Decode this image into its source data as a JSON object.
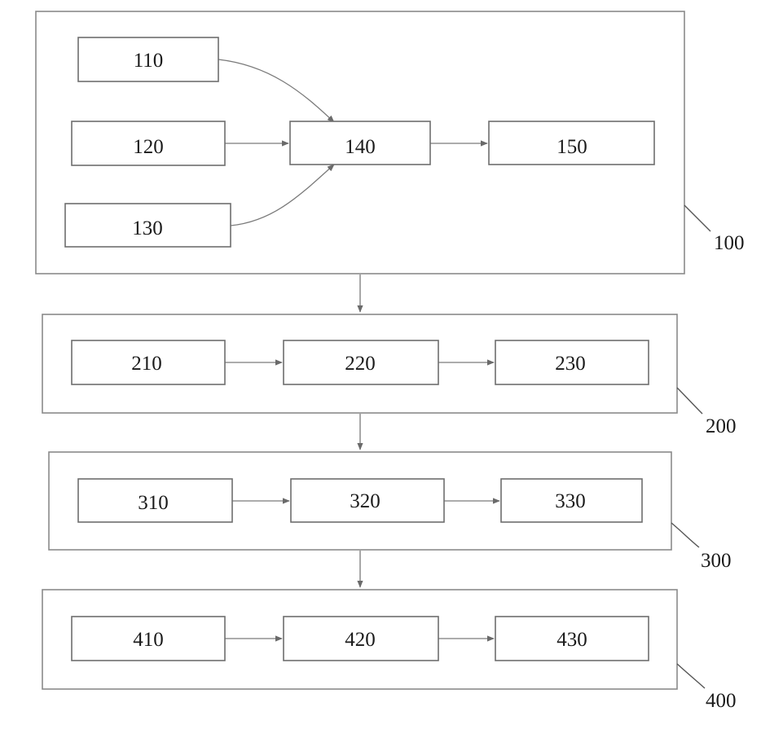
{
  "groups": [
    {
      "id": "g100",
      "label": "100"
    },
    {
      "id": "g200",
      "label": "200"
    },
    {
      "id": "g300",
      "label": "300"
    },
    {
      "id": "g400",
      "label": "400"
    }
  ],
  "nodes": [
    {
      "id": "n110",
      "label": "110"
    },
    {
      "id": "n120",
      "label": "120"
    },
    {
      "id": "n130",
      "label": "130"
    },
    {
      "id": "n140",
      "label": "140"
    },
    {
      "id": "n150",
      "label": "150"
    },
    {
      "id": "n210",
      "label": "210"
    },
    {
      "id": "n220",
      "label": "220"
    },
    {
      "id": "n230",
      "label": "230"
    },
    {
      "id": "n310",
      "label": "310"
    },
    {
      "id": "n320",
      "label": "320"
    },
    {
      "id": "n330",
      "label": "330"
    },
    {
      "id": "n410",
      "label": "410"
    },
    {
      "id": "n420",
      "label": "420"
    },
    {
      "id": "n430",
      "label": "430"
    }
  ],
  "edges": [
    {
      "from": "n110",
      "to": "n140"
    },
    {
      "from": "n120",
      "to": "n140"
    },
    {
      "from": "n130",
      "to": "n140"
    },
    {
      "from": "n140",
      "to": "n150"
    },
    {
      "from": "n210",
      "to": "n220"
    },
    {
      "from": "n220",
      "to": "n230"
    },
    {
      "from": "n310",
      "to": "n320"
    },
    {
      "from": "n320",
      "to": "n330"
    },
    {
      "from": "n410",
      "to": "n420"
    },
    {
      "from": "n420",
      "to": "n430"
    },
    {
      "from": "g100",
      "to": "g200"
    },
    {
      "from": "g200",
      "to": "g300"
    },
    {
      "from": "g300",
      "to": "g400"
    }
  ]
}
